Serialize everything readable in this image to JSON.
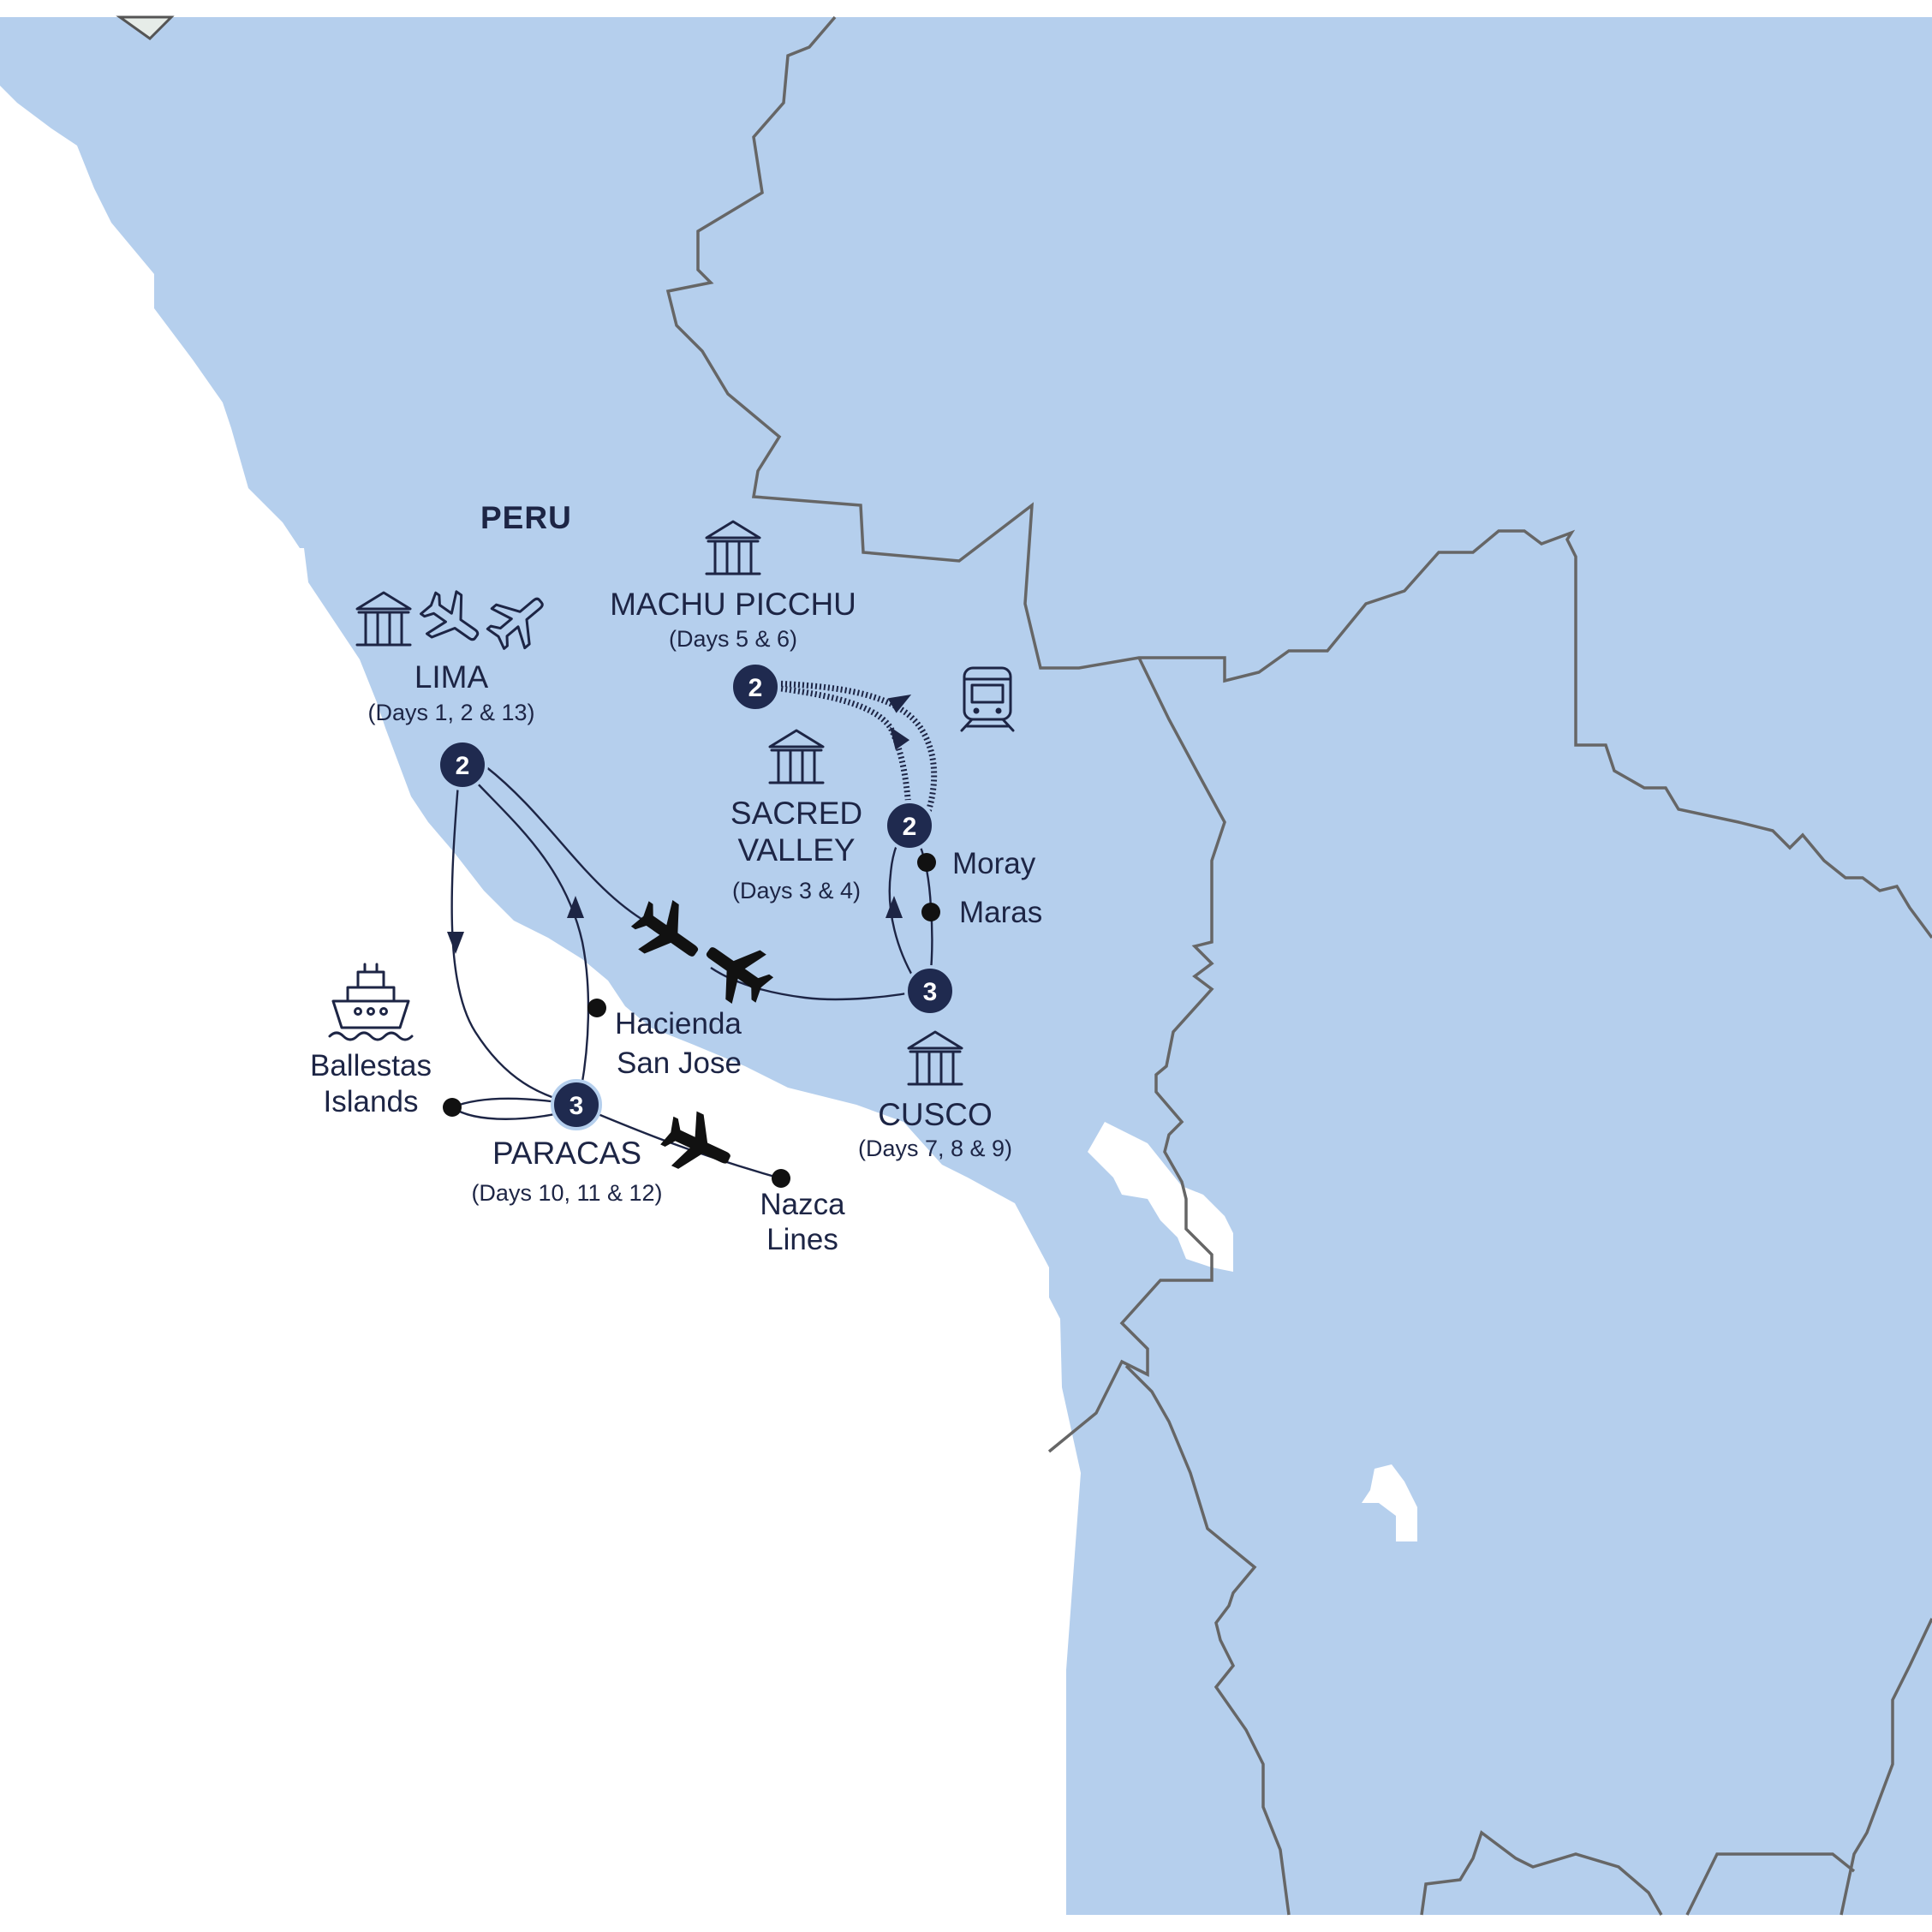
{
  "colors": {
    "land": "#b5cfed",
    "sea": "#ffffff",
    "route": "#1d2545",
    "badge": "#1f2a4f",
    "border": "#666666"
  },
  "country": "PERU",
  "stops": {
    "lima": {
      "name": "LIMA",
      "days": "(Days 1, 2 & 13)",
      "nights": "2",
      "icons": [
        "landmark-icon",
        "airplane-icon",
        "airplane-icon"
      ]
    },
    "machu_picchu": {
      "name": "MACHU PICCHU",
      "days": "(Days 5 & 6)",
      "nights": "2",
      "icons": [
        "landmark-icon"
      ]
    },
    "sacred_valley": {
      "name_line1": "SACRED",
      "name_line2": "VALLEY",
      "days": "(Days 3 & 4)",
      "nights": "2",
      "icons": [
        "landmark-icon",
        "train-icon"
      ]
    },
    "cusco": {
      "name": "CUSCO",
      "days": "(Days 7, 8 & 9)",
      "nights": "3",
      "icons": [
        "landmark-icon"
      ]
    },
    "paracas": {
      "name": "PARACAS",
      "days": "(Days 10, 11 & 12)",
      "nights": "3",
      "icons": []
    }
  },
  "places": {
    "moray": "Moray",
    "maras": "Maras",
    "hacienda_line1": "Hacienda",
    "hacienda_line2": "San Jose",
    "ballestas_line1": "Ballestas",
    "ballestas_line2": "Islands",
    "nazca_line1": "Nazca",
    "nazca_line2": "Lines"
  }
}
